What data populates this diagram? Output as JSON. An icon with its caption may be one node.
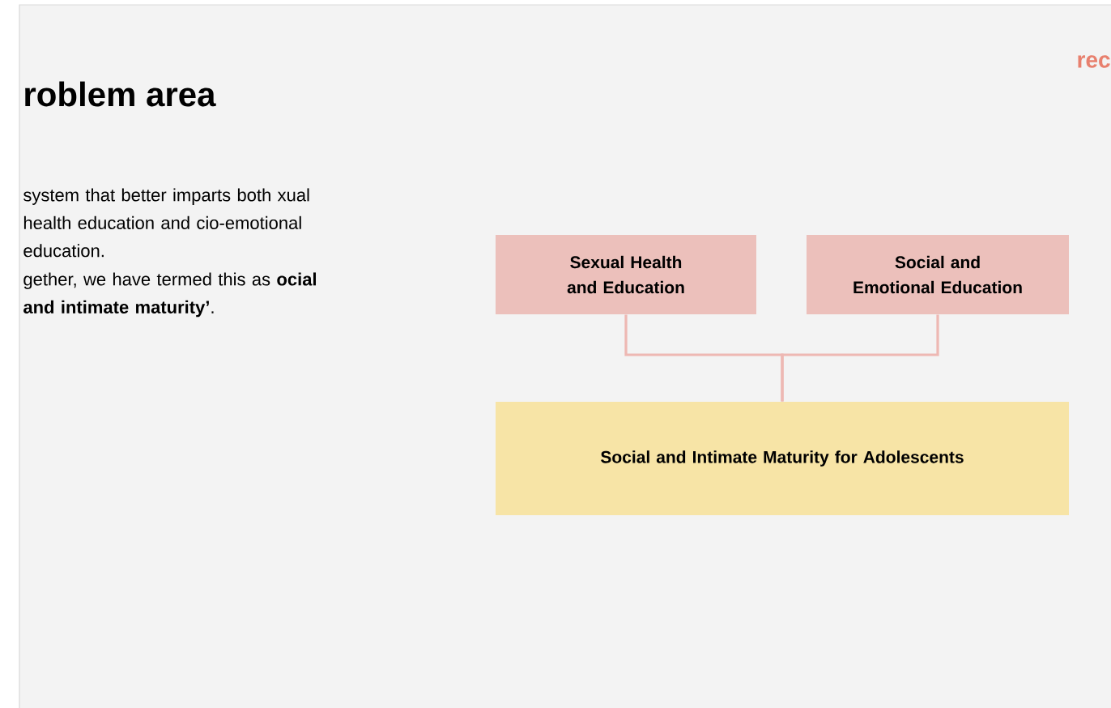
{
  "diagram": {
    "title": "roblem area",
    "nodes": [
      {
        "text": [
          "Sexual Health and Education"
        ]
      },
      {
        "text": [
          "Social and Emotional Education"
        ]
      },
      {
        "text": [
          "Social and Intimate Maturity for Adolescents"
        ]
      }
    ],
    "edges": [
      {
        "from": 0,
        "to": 2,
        "arrow": "none"
      },
      {
        "from": 1,
        "to": 2,
        "arrow": "none"
      }
    ],
    "labels": [
      "rec",
      "system that better imparts both xual health education and cio-emotional education.",
      "gether, we have termed this as **ocial and intimate maturity’**."
    ]
  }
}
